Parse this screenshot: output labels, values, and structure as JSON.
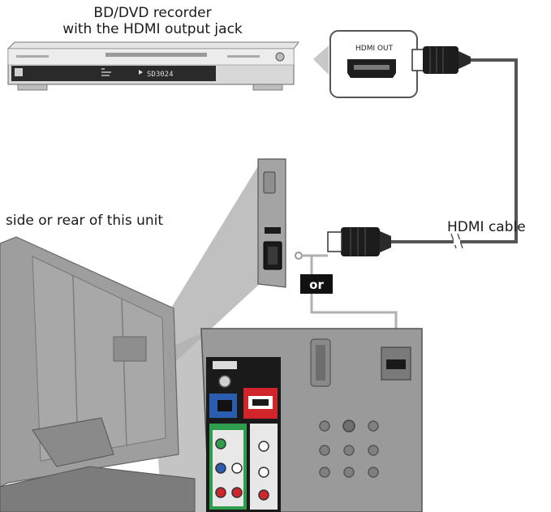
{
  "labels": {
    "recorder_line1": "BD/DVD recorder",
    "recorder_line2": "with the HDMI output jack",
    "hdmi_out": "HDMI OUT",
    "side_or_rear": "side or rear of this unit",
    "hdmi_cable": "HDMI cable",
    "or": "or",
    "display_text": "SD3024"
  },
  "icons": {
    "recorder": "bd-dvd-recorder-icon",
    "tv": "tv-set-icon",
    "hdmi_port": "hdmi-port-icon",
    "hdmi_plug": "hdmi-plug-icon"
  },
  "colors": {
    "cable": "#555555",
    "cable_light": "#b0b0b0",
    "panel_gray": "#9a9a9a",
    "panel_dark": "#1a1a1a",
    "or_badge": "#111111",
    "component_green": "#2e9e4e",
    "component_blue": "#2a5db0",
    "component_red": "#d0262b"
  }
}
